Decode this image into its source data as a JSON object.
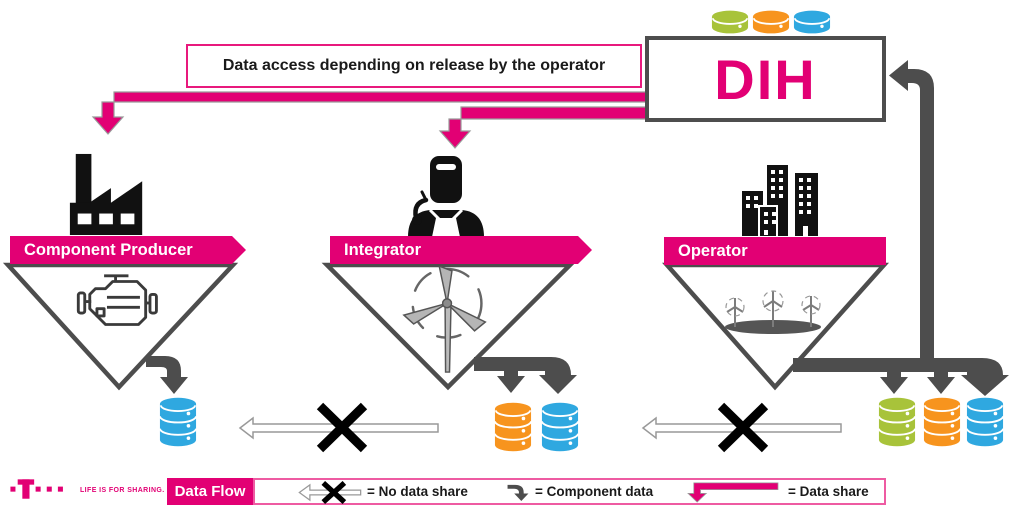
{
  "title_note": "Data access depending on release by the operator",
  "dih": {
    "label": "DIH",
    "databases": [
      "green-database",
      "orange-database",
      "blue-database"
    ]
  },
  "entities": [
    {
      "name": "component-producer",
      "label": "Component Producer",
      "top_icon": "factory-icon",
      "funnel_icon": "engine-icon",
      "output_databases": [
        "blue-database"
      ]
    },
    {
      "name": "integrator",
      "label": "Integrator",
      "top_icon": "welder-icon",
      "funnel_icon": "wind-turbine-icon",
      "output_databases": [
        "orange-database",
        "blue-database"
      ]
    },
    {
      "name": "operator",
      "label": "Operator",
      "top_icon": "city-buildings-icon",
      "funnel_icon": "wind-farm-icon",
      "output_databases": [
        "green-database",
        "orange-database",
        "blue-database"
      ]
    }
  ],
  "relations": [
    "DIH releases data to Component Producer (data share arrow)",
    "DIH releases data to Integrator (data share arrow)",
    "Operator sends component data up to DIH",
    "No data share between Component Producer and Integrator",
    "No data share between Integrator and Operator"
  ],
  "legend": {
    "title": "Data Flow",
    "items": [
      {
        "icon": "no-data-share-arrow-icon",
        "label": "= No data share"
      },
      {
        "icon": "component-data-arrow-icon",
        "label": "= Component data"
      },
      {
        "icon": "data-share-arrow-icon",
        "label": "= Data share"
      }
    ]
  },
  "branding": {
    "logo": "telekom-t-logo",
    "tagline": "LIFE IS FOR SHARING."
  },
  "colors": {
    "magenta": "#E20074",
    "dark_gray": "#4D4D4D",
    "db_green": "#A8C33A",
    "db_orange": "#F7941E",
    "db_blue": "#2FA8E0"
  }
}
